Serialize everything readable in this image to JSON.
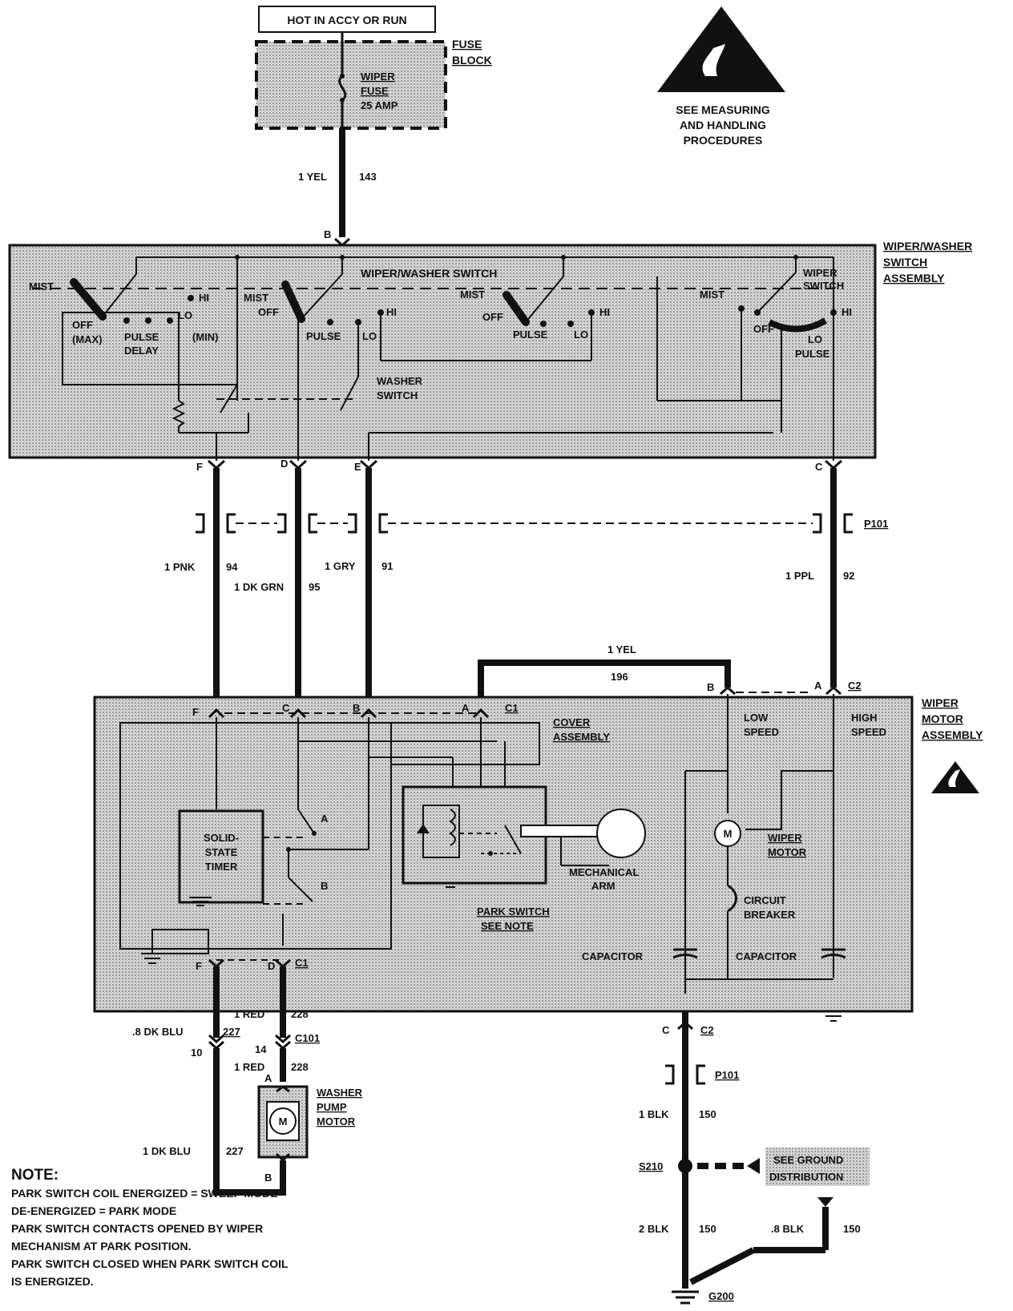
{
  "power": {
    "source_label": "HOT IN ACCY OR RUN",
    "fuse_block_1": "FUSE",
    "fuse_block_2": "BLOCK",
    "fuse_name_1": "WIPER",
    "fuse_name_2": "FUSE",
    "fuse_rating": "25 AMP"
  },
  "esd": {
    "line1": "SEE MEASURING",
    "line2": "AND HANDLING",
    "line3": "PROCEDURES"
  },
  "wires": {
    "w143_color": "1 YEL",
    "w143_circuit": "143",
    "w94_color": "1 PNK",
    "w94_circuit": "94",
    "w95_color": "1 DK GRN",
    "w95_circuit": "95",
    "w91_color": "1 GRY",
    "w91_circuit": "91",
    "w92_color": "1 PPL",
    "w92_circuit": "92",
    "w196_color": "1 YEL",
    "w196_circuit": "196",
    "w227a_color": ".8 DK BLU",
    "w227a_circuit": "227",
    "w228a_color": "1 RED",
    "w228a_circuit": "228",
    "w228b_color": "1 RED",
    "w228b_circuit": "228",
    "w227b_color": "1 DK BLU",
    "w227b_circuit": "227",
    "w150a_color": "1 BLK",
    "w150a_circuit": "150",
    "w150b_color": "2 BLK",
    "w150b_circuit": "150",
    "w150c_color": ".8 BLK",
    "w150c_circuit": "150"
  },
  "switch_assembly": {
    "title_1": "WIPER/WASHER",
    "title_2": "SWITCH",
    "title_3": "ASSEMBLY",
    "switch_name": "WIPER/WASHER SWITCH",
    "washer_switch_1": "WASHER",
    "washer_switch_2": "SWITCH",
    "wiper_switch_1": "WIPER",
    "wiper_switch_2": "SWITCH",
    "mist": "MIST",
    "off": "OFF",
    "off_max": "(MAX)",
    "pulse": "PULSE",
    "delay": "DELAY",
    "min": "(MIN)",
    "hi": "HI",
    "lo": "LO",
    "lo_pulse_1": "LO",
    "lo_pulse_2": "PULSE",
    "pin_b": "B",
    "pin_f": "F",
    "pin_d": "D",
    "pin_e": "E",
    "pin_c": "C"
  },
  "connectors": {
    "p101": "P101",
    "c1": "C1",
    "c2": "C2",
    "c101": "C101",
    "num_10": "10",
    "num_14": "14",
    "s210": "S210",
    "g200": "G200"
  },
  "motor_assembly": {
    "title_1": "WIPER",
    "title_2": "MOTOR",
    "title_3": "ASSEMBLY",
    "pin_f": "F",
    "pin_c": "C",
    "pin_b": "B",
    "pin_a": "A",
    "pin_d": "D",
    "pin_c2_b": "B",
    "pin_c2_a": "A",
    "pin_c2_c": "C",
    "cover_1": "COVER",
    "cover_2": "ASSEMBLY",
    "timer_1": "SOLID-",
    "timer_2": "STATE",
    "timer_3": "TIMER",
    "relay_a": "A",
    "relay_b": "B",
    "mech_arm_1": "MECHANICAL",
    "mech_arm_2": "ARM",
    "park_1": "PARK SWITCH",
    "park_2": "SEE NOTE",
    "low_1": "LOW",
    "low_2": "SPEED",
    "high_1": "HIGH",
    "high_2": "SPEED",
    "motor_1": "WIPER",
    "motor_2": "MOTOR",
    "cb_1": "CIRCUIT",
    "cb_2": "BREAKER",
    "cap_left": "CAPACITOR",
    "cap_right": "CAPACITOR",
    "motor_symbol": "M"
  },
  "washer_pump": {
    "label_1": "WASHER",
    "label_2": "PUMP",
    "label_3": "MOTOR",
    "pin_a": "A",
    "pin_b": "B",
    "motor_symbol": "M"
  },
  "ground": {
    "dist_1": "SEE GROUND",
    "dist_2": "DISTRIBUTION"
  },
  "note": {
    "heading": "NOTE:",
    "line1": "PARK SWITCH COIL ENERGIZED = SWEEP MODE",
    "line2": "DE-ENERGIZED = PARK MODE",
    "line3": "PARK SWITCH CONTACTS OPENED BY WIPER",
    "line4": "MECHANISM AT PARK POSITION.",
    "line5": "PARK SWITCH  CLOSED WHEN PARK SWITCH COIL",
    "line6": "IS ENERGIZED."
  }
}
